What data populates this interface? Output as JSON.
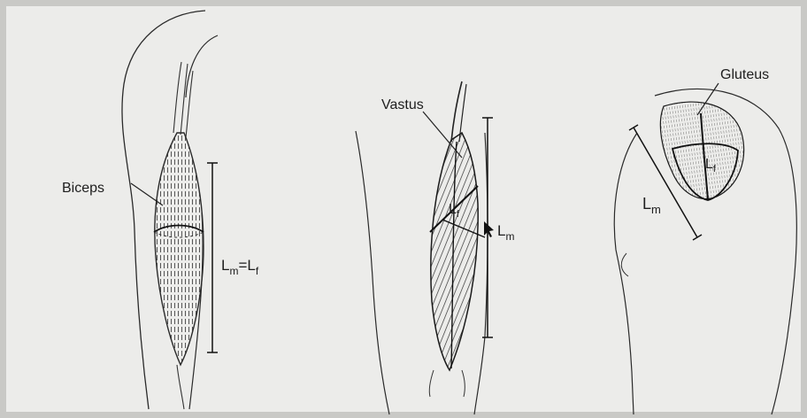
{
  "figure": {
    "biceps": {
      "name": "Biceps",
      "length_label": {
        "base": "L",
        "sub1": "m",
        "eq": "=L",
        "sub2": "f"
      }
    },
    "vastus": {
      "name": "Vastus",
      "fiber_label": {
        "base": "L",
        "sub": "f"
      },
      "muscle_label": {
        "base": "L",
        "sub": "m"
      }
    },
    "gluteus": {
      "name": "Gluteus",
      "fiber_label": {
        "base": "L",
        "sub": "f"
      },
      "muscle_label": {
        "base": "L",
        "sub": "m"
      }
    }
  }
}
